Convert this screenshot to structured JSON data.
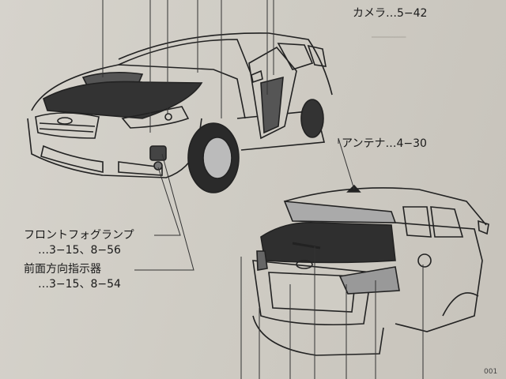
{
  "labels": {
    "camera": "カメラ…5−42",
    "antenna": "アンテナ…4−30",
    "front_fog_lamp_title": "フロントフォグランプ",
    "front_fog_lamp_pages": "…3−15、8−56",
    "front_turn_signal_title": "前面方向指示器",
    "front_turn_signal_pages": "…3−15、8−54"
  },
  "page_number": "001"
}
